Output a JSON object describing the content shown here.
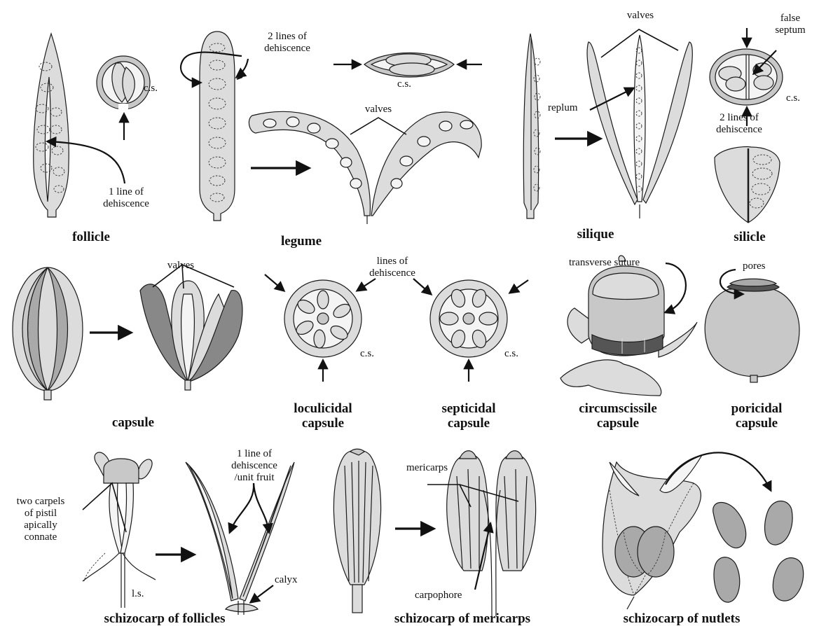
{
  "row1": {
    "follicle": {
      "title": "follicle",
      "cs": "c.s.",
      "line_label_1": "1 line of",
      "line_label_2": "dehiscence"
    },
    "legume": {
      "title": "legume",
      "cs": "c.s.",
      "lines_label_1": "2 lines of",
      "lines_label_2": "dehiscence",
      "valves": "valves"
    },
    "silique": {
      "title": "silique",
      "valves": "valves",
      "replum": "replum"
    },
    "silicle": {
      "title": "silicle",
      "false_septum_1": "false",
      "false_septum_2": "septum",
      "cs": "c.s.",
      "lines_label_1": "2 lines of",
      "lines_label_2": "dehiscence"
    }
  },
  "row2": {
    "capsule": {
      "title": "capsule",
      "valves": "valves"
    },
    "loculicidal": {
      "title_1": "loculicidal",
      "title_2": "capsule",
      "cs": "c.s."
    },
    "lines_of_dehiscence_1": "lines of",
    "lines_of_dehiscence_2": "dehiscence",
    "septicidal": {
      "title_1": "septicidal",
      "title_2": "capsule",
      "cs": "c.s."
    },
    "circumscissile": {
      "title_1": "circumscissile",
      "title_2": "capsule",
      "suture": "transverse suture"
    },
    "poricidal": {
      "title_1": "poricidal",
      "title_2": "capsule",
      "pores": "pores"
    }
  },
  "row3": {
    "follicles": {
      "title": "schizocarp of follicles",
      "carpels_1": "two carpels",
      "carpels_2": "of pistil",
      "carpels_3": "apically",
      "carpels_4": "connate",
      "ls": "l.s.",
      "unit_1": "1 line of",
      "unit_2": "dehiscence",
      "unit_3": "/unit fruit",
      "calyx": "calyx"
    },
    "mericarps": {
      "title": "schizocarp of mericarps",
      "mericarps": "mericarps",
      "carpophore": "carpophore"
    },
    "nutlets": {
      "title": "schizocarp of nutlets"
    }
  },
  "colors": {
    "light": "#dcdcdc",
    "medium": "#c8c8c8",
    "dark": "#a9a9a9",
    "darkest": "#6e6e6e"
  }
}
